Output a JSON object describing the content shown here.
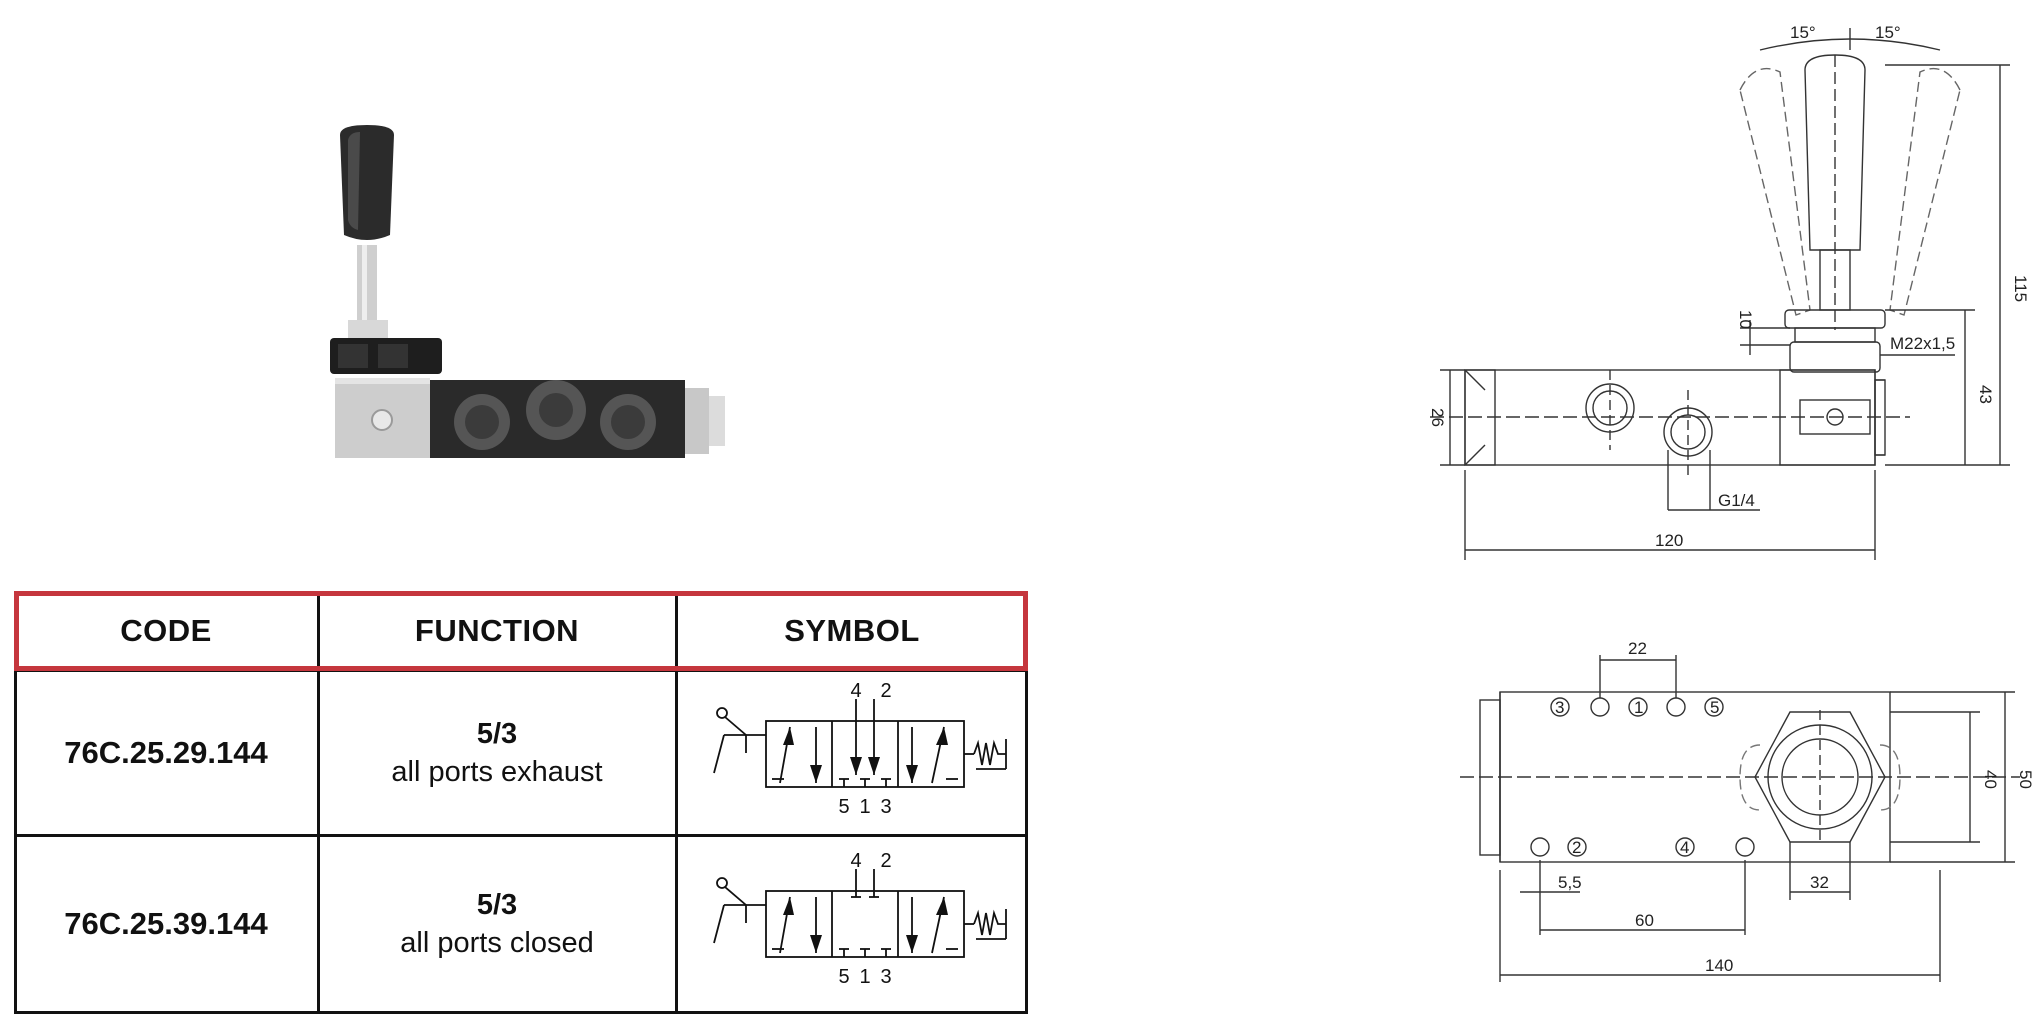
{
  "table": {
    "headers": {
      "code": "CODE",
      "function": "FUNCTION",
      "symbol": "SYMBOL"
    },
    "rows": [
      {
        "code": "76C.25.29.144",
        "function_line1": "5/3",
        "function_line2": "all ports exhaust",
        "symbol_top": [
          "4",
          "2"
        ],
        "symbol_bottom": [
          "5",
          "1",
          "3"
        ]
      },
      {
        "code": "76C.25.39.144",
        "function_line1": "5/3",
        "function_line2": "all ports closed",
        "symbol_top": [
          "4",
          "2"
        ],
        "symbol_bottom": [
          "5",
          "1",
          "3"
        ]
      }
    ]
  },
  "side_drawing": {
    "angle_left": "15°",
    "angle_right": "15°",
    "dim_height": "115",
    "dim_10": "10",
    "dim_thread": "M22x1,5",
    "dim_43": "43",
    "dim_26": "26",
    "dim_port": "G1/4",
    "dim_length": "120"
  },
  "top_drawing": {
    "dim_22": "22",
    "port_labels": [
      "3",
      "1",
      "5",
      "2",
      "4"
    ],
    "dim_40": "40",
    "dim_50": "50",
    "dim_55": "5,5",
    "dim_32": "32",
    "dim_60": "60",
    "dim_140": "140"
  }
}
